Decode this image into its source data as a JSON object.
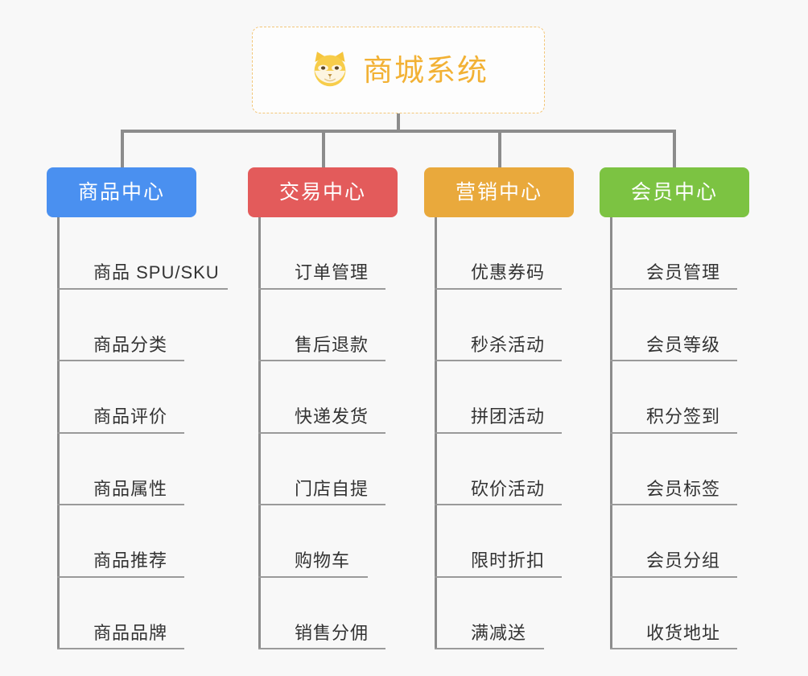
{
  "background_color": "#f8f8f8",
  "root": {
    "icon": "shiba-dog-emoji",
    "title": "商城系统",
    "color": "#f2b134",
    "border_color": "#f3c678"
  },
  "branches": [
    {
      "label": "商品中心",
      "color": "#4a90f0",
      "items": [
        "商品 SPU/SKU",
        "商品分类",
        "商品评价",
        "商品属性",
        "商品推荐",
        "商品品牌"
      ]
    },
    {
      "label": "交易中心",
      "color": "#e35b5b",
      "items": [
        "订单管理",
        "售后退款",
        "快递发货",
        "门店自提",
        "购物车",
        "销售分佣"
      ]
    },
    {
      "label": "营销中心",
      "color": "#e9a93c",
      "items": [
        "优惠券码",
        "秒杀活动",
        "拼团活动",
        "砍价活动",
        "限时折扣",
        "满减送"
      ]
    },
    {
      "label": "会员中心",
      "color": "#7cc342",
      "items": [
        "会员管理",
        "会员等级",
        "积分签到",
        "会员标签",
        "会员分组",
        "收货地址"
      ]
    }
  ],
  "layout": {
    "connector_color": "#8c8c8c",
    "leaf_underline_color": "#9a9a9a",
    "leaf_text_color": "#333333"
  }
}
